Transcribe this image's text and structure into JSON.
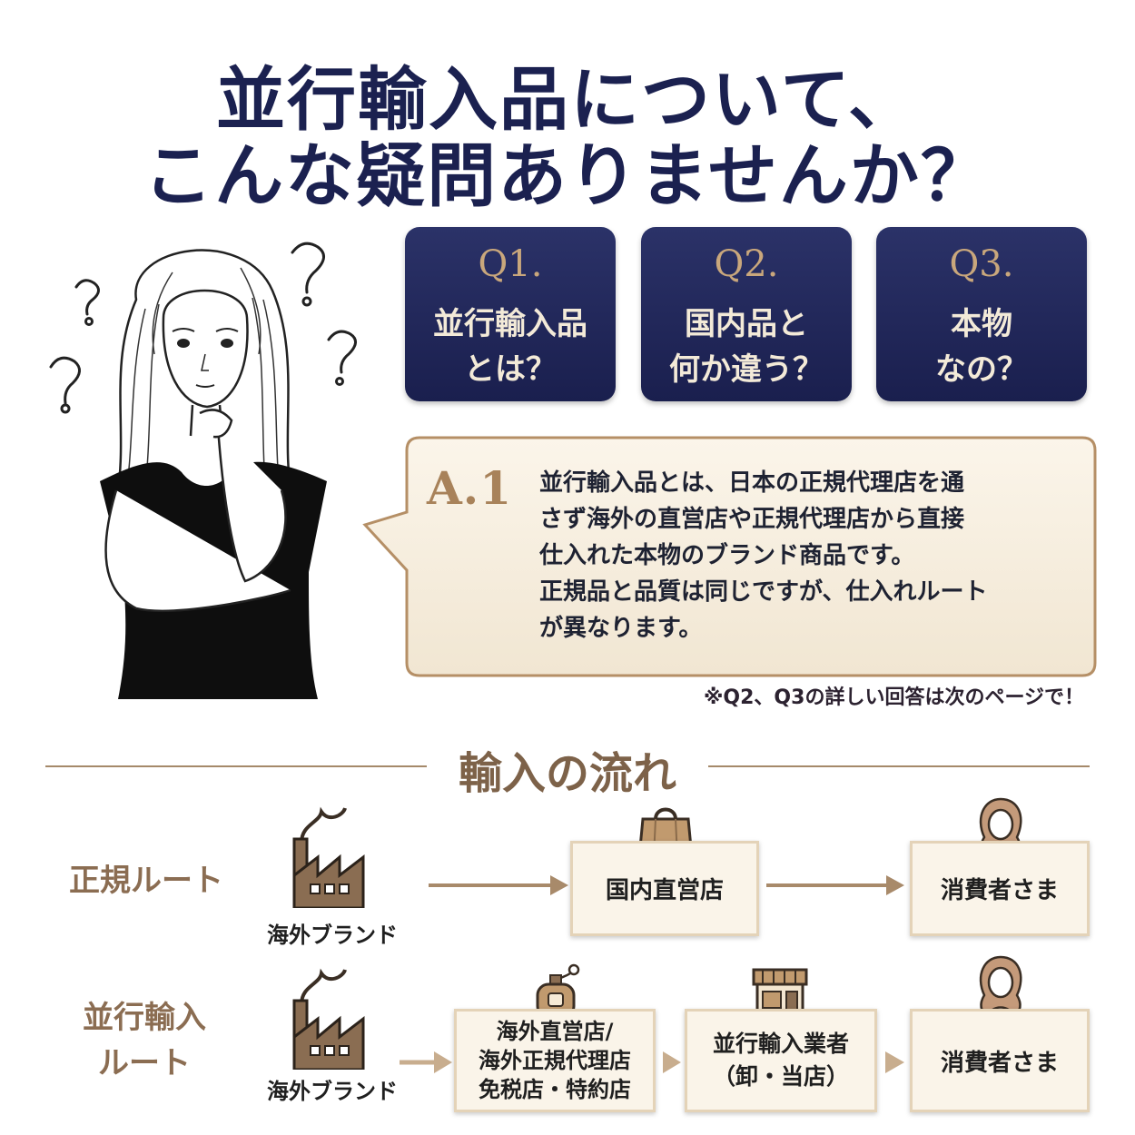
{
  "title": {
    "line1": "並行輸入品について、",
    "line2": "こんな疑問ありませんか？"
  },
  "questions": [
    {
      "num": "Q1.",
      "line1": "並行輸入品",
      "line2": "とは？"
    },
    {
      "num": "Q2.",
      "line1": "国内品と",
      "line2": "何か違う？"
    },
    {
      "num": "Q3.",
      "line1": "本物",
      "line2": "なの？"
    }
  ],
  "answer": {
    "label": "A.1",
    "lines": [
      "並行輸入品とは、日本の正規代理店を通",
      "さず海外の直営店や正規代理店から直接",
      "仕入れた本物のブランド商品です。",
      "正規品と品質は同じですが、仕入れルート",
      "が異なります。"
    ]
  },
  "note": "※Q2、Q3の詳しい回答は次のページで！",
  "flow": {
    "title": "輸入の流れ",
    "official": {
      "label": "正規ルート",
      "brand": "海外ブランド",
      "store": "国内直営店",
      "consumer": "消費者さま"
    },
    "parallel": {
      "label_line1": "並行輸入",
      "label_line2": "ルート",
      "brand": "海外ブランド",
      "overseas_lines": [
        "海外直営店/",
        "海外正規代理店",
        "免税店・特約店"
      ],
      "importer_lines": [
        "並行輸入業者",
        "（卸・当店）"
      ],
      "consumer": "消費者さま"
    }
  },
  "colors": {
    "navy": "#1b2150",
    "gold": "#c9a77c",
    "brown": "#8b6d52",
    "cream": "#faf4e9"
  }
}
